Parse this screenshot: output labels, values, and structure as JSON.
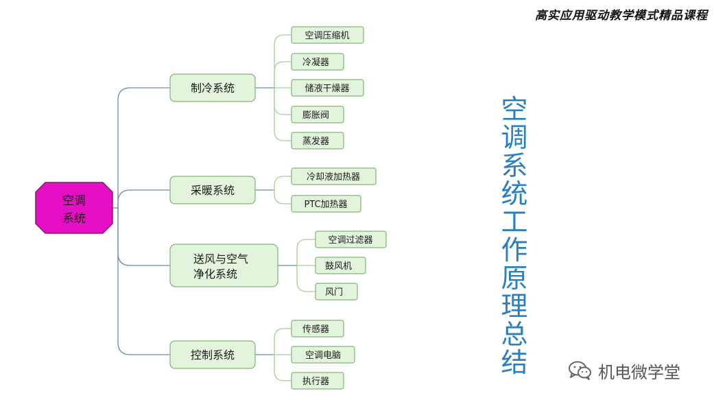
{
  "header": {
    "course_title": "高实应用驱动教学模式精品课程"
  },
  "title": {
    "vertical": "空调系统工作原理总结"
  },
  "watermark": {
    "label": "机电微学堂"
  },
  "colors": {
    "root_fill": "#e60fc6",
    "root_stroke": "#7a1f70",
    "node_fill": "#e3f4dc",
    "node_stroke": "#7fb372",
    "connector": "#6a8aa8",
    "leaf_connector": "#a9cc9c",
    "title_color": "#2a7fc0"
  },
  "root": {
    "lines": [
      "空调",
      "系统"
    ]
  },
  "branches": [
    {
      "lines": [
        "制冷系统"
      ],
      "children": [
        "空调压缩机",
        "冷凝器",
        "储液干燥器",
        "膨胀阀",
        "蒸发器"
      ]
    },
    {
      "lines": [
        "采暖系统"
      ],
      "children": [
        "冷却液加热器",
        "PTC加热器"
      ]
    },
    {
      "lines": [
        "送风与空气",
        "净化系统"
      ],
      "children": [
        "空调过滤器",
        "鼓风机",
        "风门"
      ]
    },
    {
      "lines": [
        "控制系统"
      ],
      "children": [
        "传感器",
        "空调电脑",
        "执行器"
      ]
    }
  ]
}
